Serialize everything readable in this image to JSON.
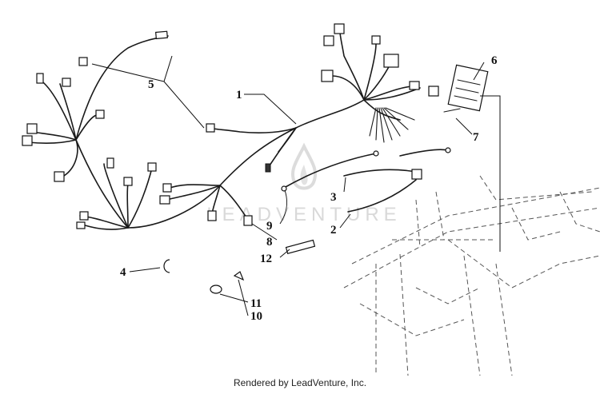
{
  "callouts": [
    "1",
    "2",
    "3",
    "4",
    "5",
    "6",
    "7",
    "8",
    "9",
    "10",
    "11",
    "12"
  ],
  "watermark": "LEADVENTURE",
  "caption": "Rendered by LeadVenture, Inc."
}
